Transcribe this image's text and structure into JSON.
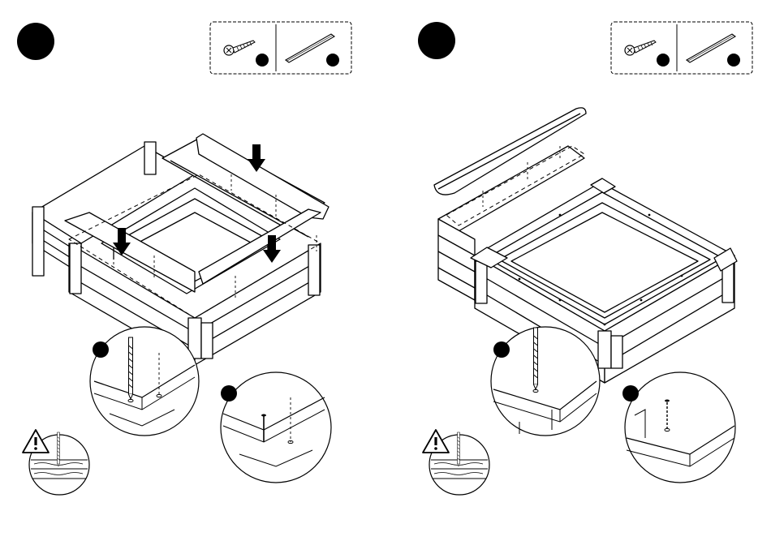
{
  "page": {
    "background": "#ffffff",
    "ink": "#000000"
  },
  "steps": [
    {
      "id": "step-left",
      "step_marker": "black-circle",
      "parts_box": {
        "items": [
          {
            "icon": "screw-icon",
            "qty_marker": "black-dot"
          },
          {
            "icon": "plank-icon",
            "qty_marker": "black-dot"
          }
        ]
      },
      "main_view": "sandbox-frame-with-corner-boards-and-down-arrows",
      "arrows": 3,
      "details": [
        {
          "icon": "drill-detail",
          "marker": "black-dot"
        },
        {
          "icon": "screw-detail",
          "marker": "black-dot"
        },
        {
          "icon": "warning-drill-detail",
          "marker": "warning-icon"
        }
      ]
    },
    {
      "id": "step-right",
      "step_marker": "black-circle",
      "parts_box": {
        "items": [
          {
            "icon": "screw-icon",
            "qty_marker": "black-dot"
          },
          {
            "icon": "plank-icon",
            "qty_marker": "black-dot"
          }
        ]
      },
      "main_view": "sandbox-frame-with-top-board-being-placed",
      "arrows": 0,
      "details": [
        {
          "icon": "drill-detail",
          "marker": "black-dot"
        },
        {
          "icon": "screw-detail",
          "marker": "black-dot"
        },
        {
          "icon": "warning-drill-detail",
          "marker": "warning-icon"
        }
      ]
    }
  ]
}
